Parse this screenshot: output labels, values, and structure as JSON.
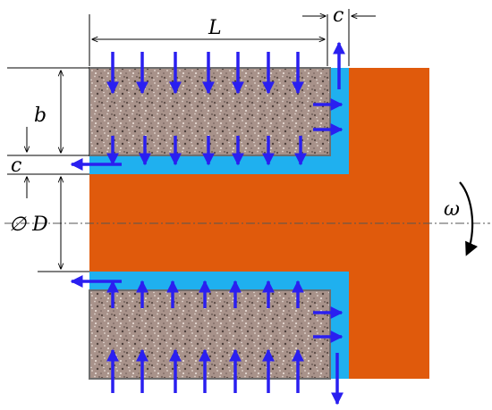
{
  "labels": {
    "length": "L",
    "clearance_top": "c",
    "thickness": "b",
    "clearance_left": "c",
    "diameter": "∅ D",
    "angular_velocity": "ω"
  },
  "colors": {
    "shaft": "#e05a0c",
    "fluid": "#1fb0ef",
    "porous": "#a8928a",
    "porous_edge": "#6e6e6e",
    "flow_arrow": "#2a1ff0",
    "dimension": "#000000"
  },
  "icons": {
    "flow": "arrow-icon",
    "rotation": "curved-arrow-icon"
  }
}
